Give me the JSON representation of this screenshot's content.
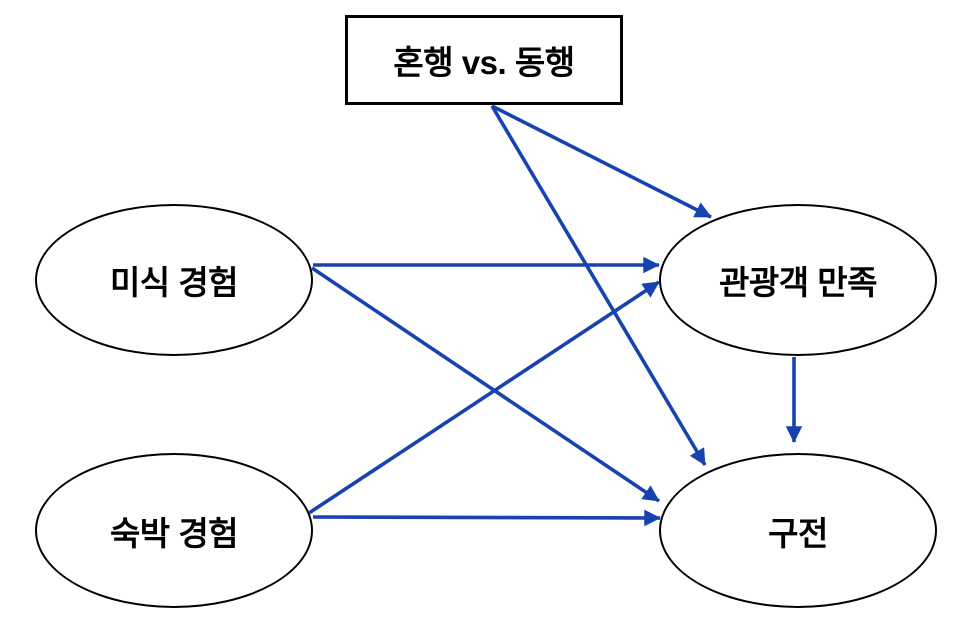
{
  "diagram": {
    "title": "research-model-path-diagram",
    "nodes": [
      {
        "id": "moderator",
        "label": "혼행 vs. 동행",
        "shape": "rect"
      },
      {
        "id": "food",
        "label": "미식 경험",
        "shape": "ellipse"
      },
      {
        "id": "lodging",
        "label": "숙박 경험",
        "shape": "ellipse"
      },
      {
        "id": "satisfaction",
        "label": "관광객 만족",
        "shape": "ellipse"
      },
      {
        "id": "wom",
        "label": "구전",
        "shape": "ellipse"
      }
    ],
    "edges": [
      {
        "from": "food",
        "to": "satisfaction"
      },
      {
        "from": "food",
        "to": "wom"
      },
      {
        "from": "lodging",
        "to": "satisfaction"
      },
      {
        "from": "lodging",
        "to": "wom"
      },
      {
        "from": "moderator",
        "to": "satisfaction"
      },
      {
        "from": "moderator",
        "to": "wom"
      },
      {
        "from": "satisfaction",
        "to": "wom"
      }
    ],
    "colors": {
      "arrow": "#1743b0",
      "node_border": "#000000",
      "text": "#000000",
      "background": "#ffffff"
    }
  }
}
